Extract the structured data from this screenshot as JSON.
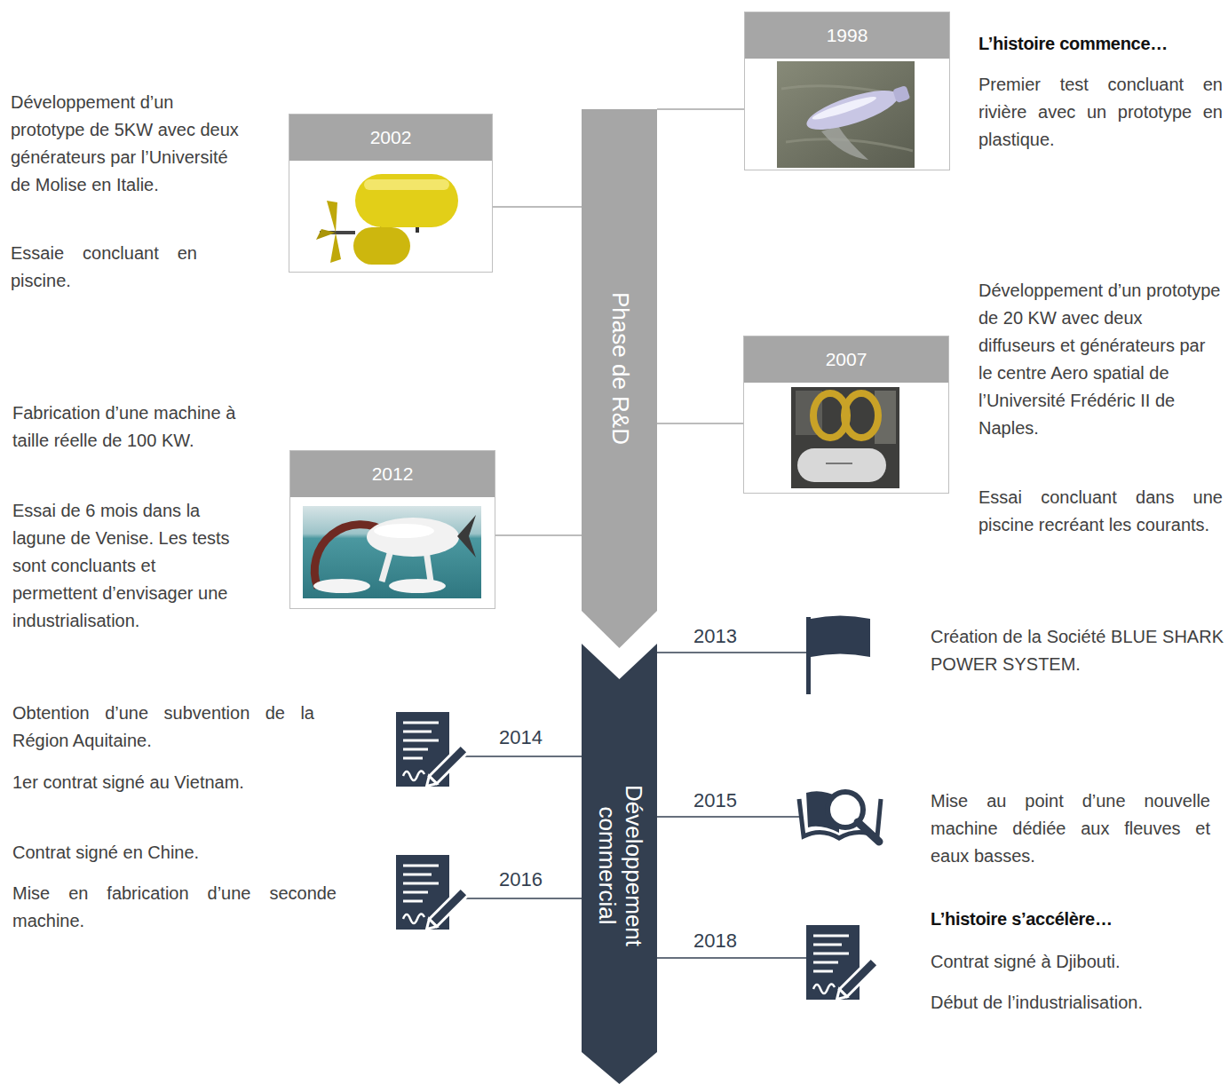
{
  "diagram": {
    "nodes": [
      {
        "text": [
          "Phase de R&D"
        ]
      },
      {
        "text": [
          "Développement commercial"
        ]
      },
      {
        "text": [
          "1998"
        ]
      },
      {
        "text": [
          "2002"
        ]
      },
      {
        "text": [
          "2007"
        ]
      },
      {
        "text": [
          "2012"
        ]
      }
    ],
    "edges": [
      {
        "from": 0,
        "to": 2,
        "arrow": "none"
      },
      {
        "from": 0,
        "to": 3,
        "arrow": "none"
      },
      {
        "from": 0,
        "to": 4,
        "arrow": "none"
      },
      {
        "from": 0,
        "to": 5,
        "arrow": "none"
      }
    ],
    "labels": [
      "L’histoire commence…",
      "Premier test concluant en rivière avec un prototype en plastique.",
      "Développement d’un prototype de 5KW avec deux générateurs par l’Université de Molise en Italie.",
      "Essaie concluant en piscine.",
      "Développement d’un prototype de 20 KW avec deux diffuseurs et générateurs par le centre Aero spatial de l’Université Frédéric II de Naples.",
      "Essai concluant dans une piscine recréant les courants.",
      "Fabrication d’une machine à taille réelle de 100 KW.",
      "Essai de 6 mois dans la lagune de Venise. Les tests sont concluants et permettent d’envisager une industrialisation.",
      "2013",
      "Création de la Société BLUE SHARK POWER SYSTEM.",
      "2014",
      "Obtention d’une subvention de la Région Aquitaine.",
      "1er contrat signé au Vietnam.",
      "2015",
      "Mise au point d’une nouvelle machine dédiée aux fleuves et eaux basses.",
      "2016",
      "Contrat signé en Chine.",
      "Mise en fabrication d’une seconde machine.",
      "2018",
      "L’histoire s’accélère…",
      "Contrat signé à Djibouti.",
      "Début de l’industrialisation."
    ]
  }
}
